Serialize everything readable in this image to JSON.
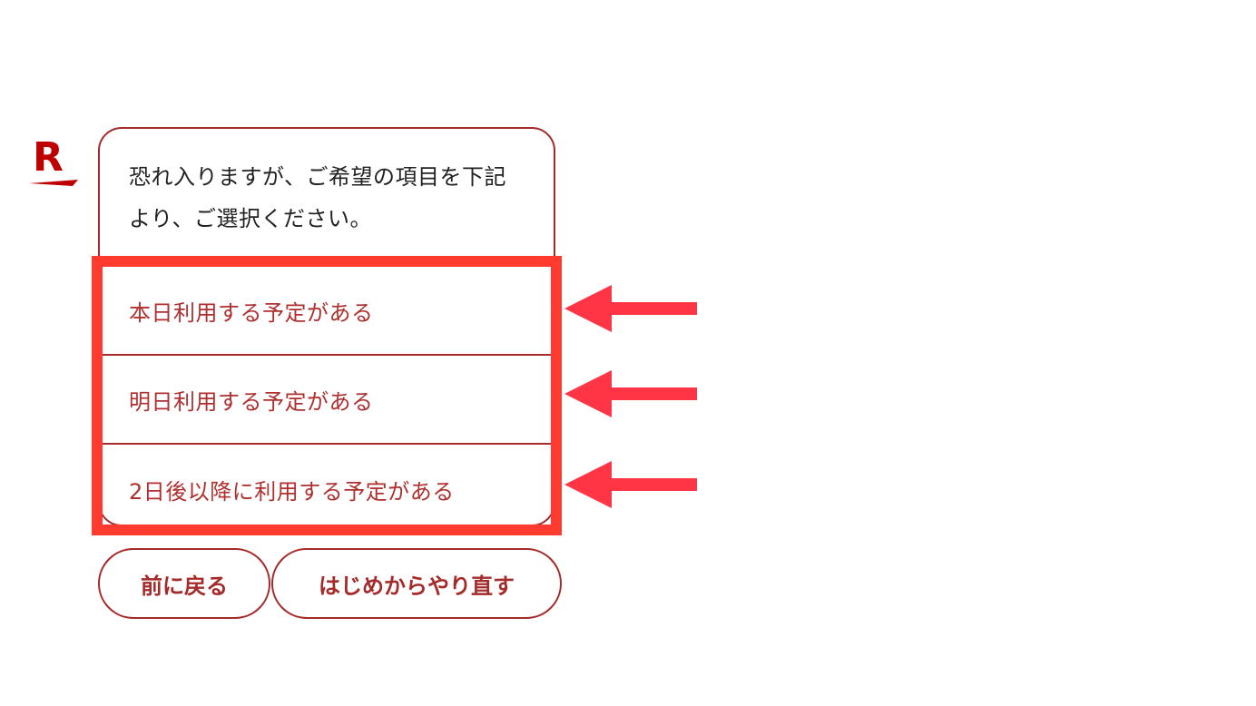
{
  "brand": {
    "logo_letter": "R",
    "color": "#bf0000"
  },
  "chat": {
    "message": "恐れ入りますが、ご希望の項目を下記より、ご選択ください。",
    "options": [
      {
        "label": "本日利用する予定がある"
      },
      {
        "label": "明日利用する予定がある"
      },
      {
        "label": "2日後以降に利用する予定がある"
      }
    ]
  },
  "actions": {
    "back_label": "前に戻る",
    "restart_label": "はじめからやり直す"
  },
  "annotations": {
    "highlight_color": "#ff3b30",
    "arrow_color": "#ff3445",
    "arrow_count": 3
  }
}
